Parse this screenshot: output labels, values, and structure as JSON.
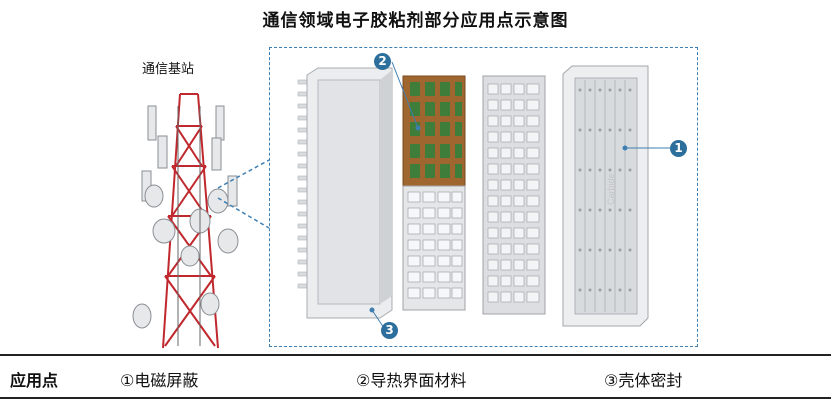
{
  "title": "通信领域电子胶粘剂部分应用点示意图",
  "station_label": "通信基站",
  "watermark": "Carbide",
  "markers": [
    "1",
    "2",
    "3"
  ],
  "table": {
    "header": "应用点",
    "items": [
      "①电磁屏蔽",
      "②导热界面材料",
      "③壳体密封"
    ]
  },
  "colors": {
    "accent": "#2d6f9c",
    "dashed_border": "#3e7fb3",
    "tower_red": "#c0282d",
    "pcb_brown": "#a0662f",
    "pcb_green": "#3f7d3a"
  }
}
